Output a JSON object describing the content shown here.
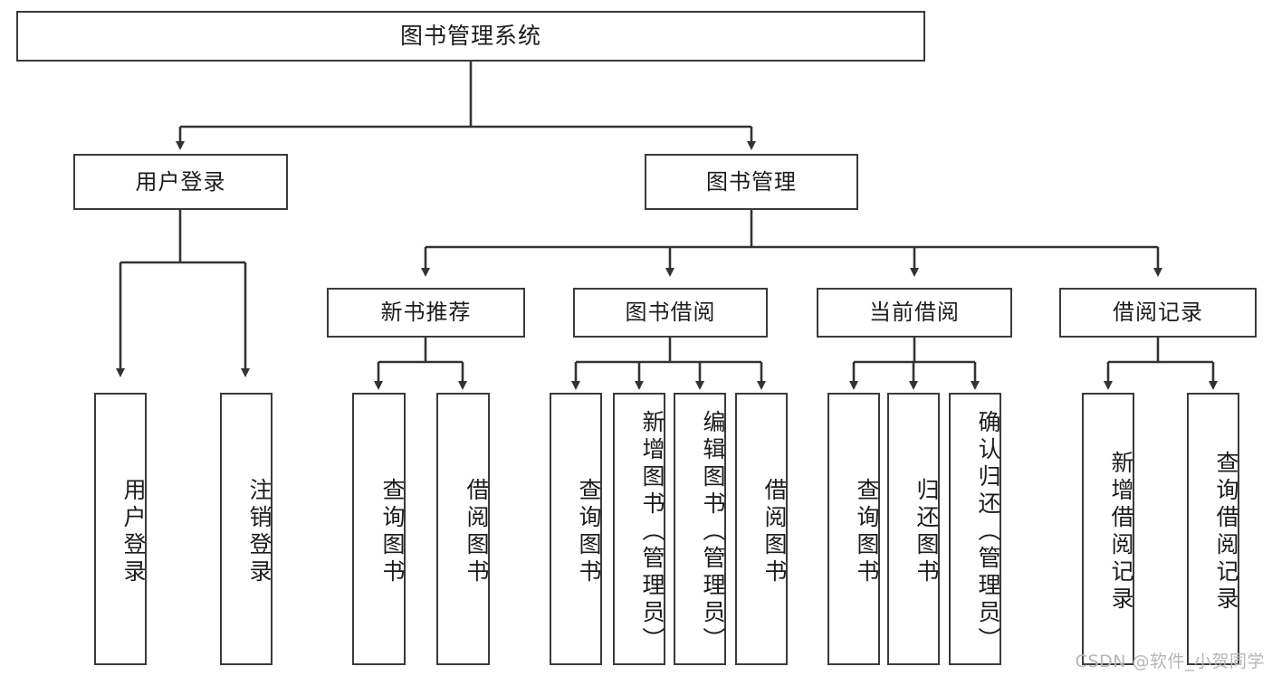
{
  "diagram": {
    "title": "图书管理系统",
    "type": "tree-hierarchy",
    "root": {
      "label": "图书管理系统"
    },
    "level2": [
      {
        "label": "用户登录"
      },
      {
        "label": "图书管理"
      }
    ],
    "level3": [
      {
        "label": "新书推荐"
      },
      {
        "label": "图书借阅"
      },
      {
        "label": "当前借阅"
      },
      {
        "label": "借阅记录"
      }
    ],
    "leaves": {
      "user_login": [
        {
          "label": "用户登录"
        },
        {
          "label": "注销登录"
        }
      ],
      "new_book_recommend": [
        {
          "label": "查询图书"
        },
        {
          "label": "借阅图书"
        }
      ],
      "book_borrow": [
        {
          "label": "查询图书"
        },
        {
          "label": "新增图书（管理员）"
        },
        {
          "label": "编辑图书（管理员）"
        },
        {
          "label": "借阅图书"
        }
      ],
      "current_borrow": [
        {
          "label": "查询图书"
        },
        {
          "label": "归还图书"
        },
        {
          "label": "确认归还（管理员）"
        }
      ],
      "borrow_record": [
        {
          "label": "新增借阅记录"
        },
        {
          "label": "查询借阅记录"
        }
      ]
    }
  },
  "watermark": {
    "text": "CSDN @软件_小贺同学"
  },
  "colors": {
    "box_border": "#3a3a3a",
    "box_fill": "#ffffff",
    "text": "#1c1c1c",
    "link": "#333333",
    "watermark": "#b6b6b6"
  }
}
